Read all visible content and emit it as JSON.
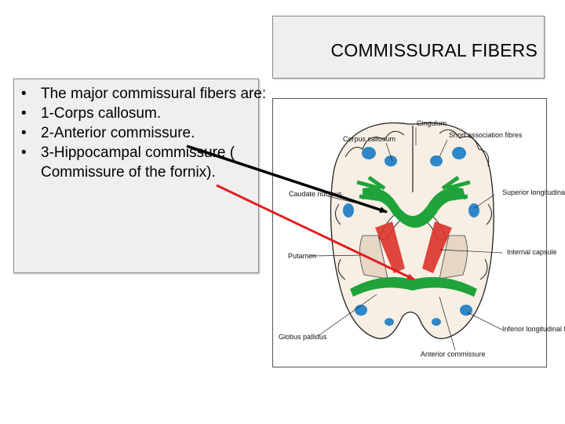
{
  "title": "COMMISSURAL FIBERS",
  "bullets": [
    "The major commissural fibers are:",
    "1-Corps callosum.",
    "2-Anterior commissure.",
    "3-Hippocampal commissure ( Commissure of the fornix)."
  ],
  "figure": {
    "labels": {
      "cingulum": "Cingulum",
      "corpus_callosum": "Corpus callosum",
      "short_association": "Short association fibres",
      "caudate_nucleus": "Caudate nucleus",
      "superior_longitudinal": "Superior longitudinal fasciculus",
      "putamen": "Putamen",
      "internal_capsule": "Internal capsule",
      "globus_pallidus": "Globus pallidus",
      "inferior_longitudinal": "Inferior longitudinal fasciculus",
      "anterior_commissure": "Anterior commissure"
    }
  },
  "colors": {
    "fiber_green": "#1fa33a",
    "capsule_red": "#d9322a",
    "white_matter_blue": "#2f86c8",
    "arrow_black": "#000000",
    "arrow_red": "#e02020"
  }
}
